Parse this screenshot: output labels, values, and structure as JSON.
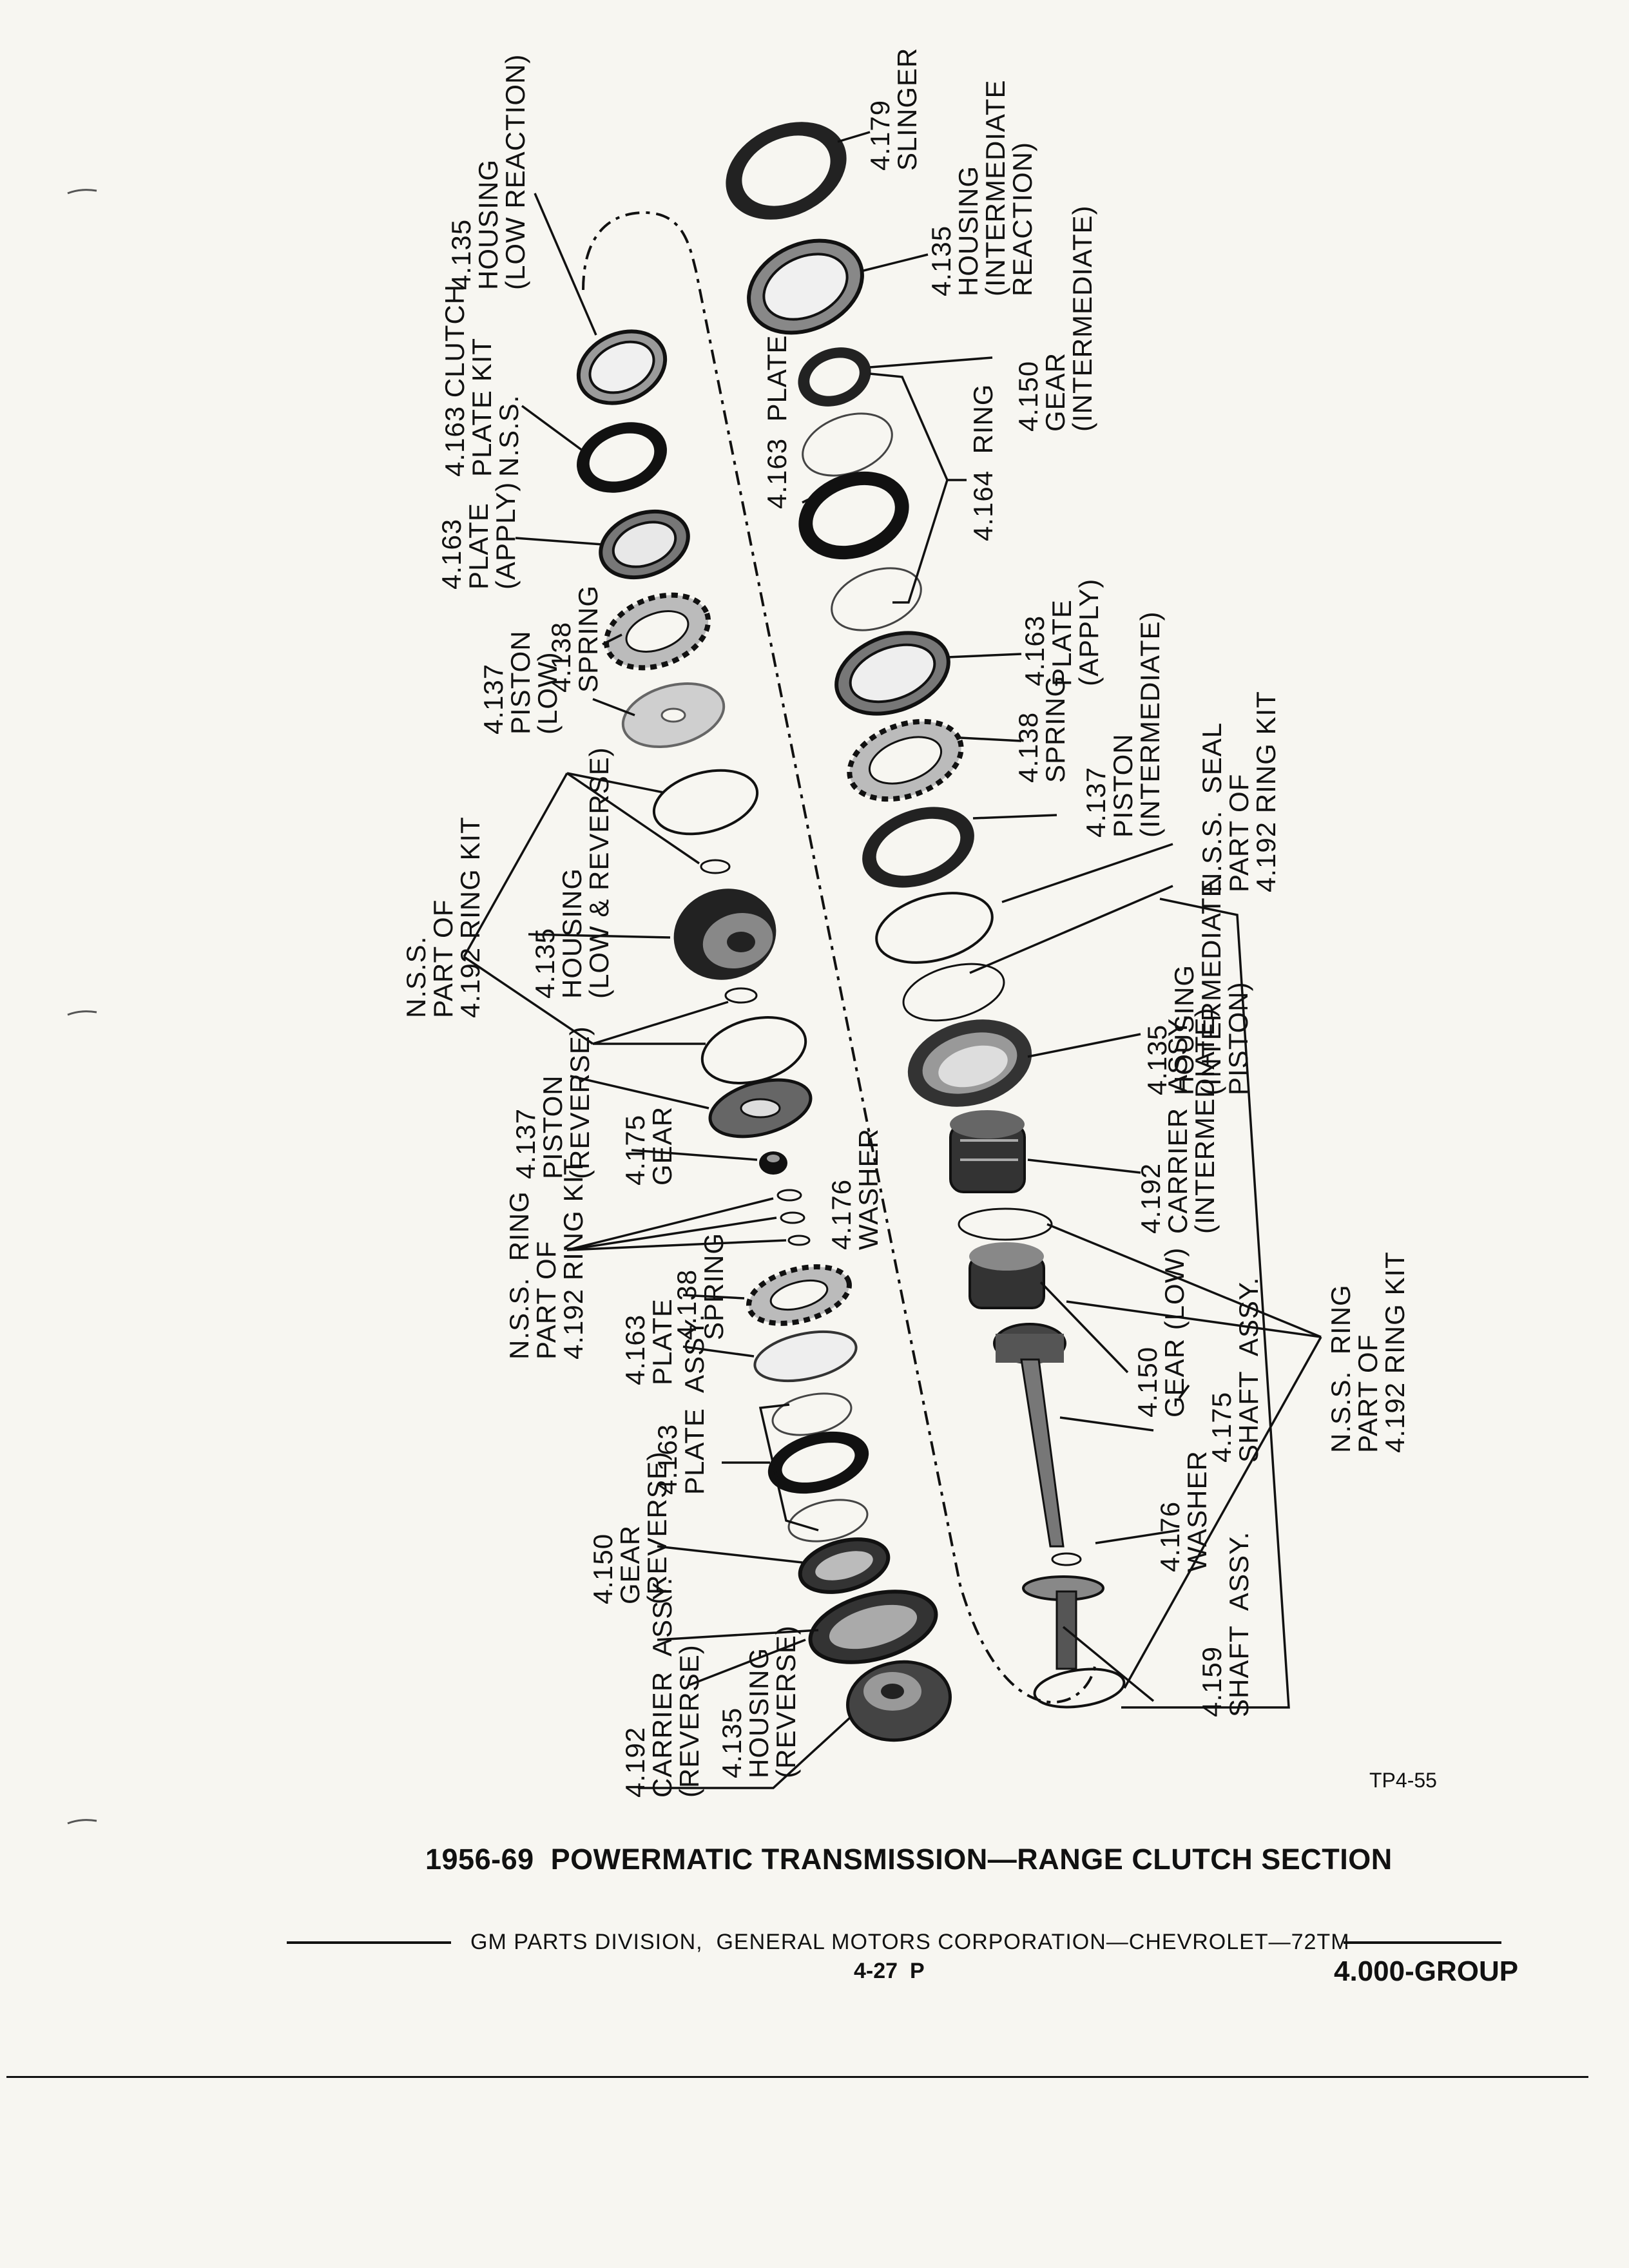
{
  "labels": {
    "slinger": "4.179\nSLINGER",
    "housing_low_reaction": "4.135\nHOUSING\n(LOW REACTION)",
    "housing_intermediate_reaction": "4.135\nHOUSING\n(INTERMEDIATE\nREACTION)",
    "clutch_plate_kit": "4.163 CLUTCH\nPLATE KIT\nN.S.S.",
    "gear_intermediate": "4.150\nGEAR\n(INTERMEDIATE)",
    "plate_4163": "4.163  PLATE",
    "ring_4164": "4.164  RING",
    "plate_apply_left": "4.163\nPLATE\n(APPLY)",
    "spring_left": "4.138\nSPRING",
    "piston_low": "4.137\nPISTON\n(LOW)",
    "plate_apply_right": "4.163\nPLATE\n(APPLY)",
    "spring_right": "4.138\nSPRING",
    "piston_intermediate": "4.137\nPISTON\n(INTERMEDIATE)",
    "nss_seal": "N.S.S.  SEAL\nPART OF\n4.192 RING KIT",
    "nss_part_left": "N.S.S.\nPART OF\n4.192 RING KIT",
    "housing_low_reverse": "4.135\nHOUSING\n(LOW & REVERSE)",
    "housing_intermediate_piston": "4.135\nHOUSING\n(INTERMEDIATE\nPISTON)",
    "piston_reverse": "4.137\nPISTON\n(REVERSE)",
    "gear_4175": "4.175\nGEAR",
    "washer_upper": "4.176\nWASHER",
    "carrier_intermediate": "4.192\nCARRIER  ASSY.\n(INTERMEDIATE)",
    "nss_ring_left": "N.S.S.  RING\nPART OF\n4.192 RING KIT",
    "spring_lower": "4.138\nSPRING",
    "plate_lower": "4.163\nPLATE",
    "gear_low": "4.150\nGEAR (LOW)",
    "plate_assy": "4.163\nPLATE  ASSY.",
    "shaft_assy_4175": "4.175\nSHAFT  ASSY.",
    "nss_ring_right": "N.S.S.  RING\nPART OF\n4.192 RING KIT",
    "gear_reverse": "4.150\nGEAR\n(REVERSE)",
    "washer_lower": "4.176\nWASHER",
    "carrier_reverse": "4.192\nCARRIER  ASSY.\n(REVERSE)",
    "housing_reverse": "4.135\nHOUSING\n(REVERSE)",
    "shaft_assy_4159": "4.159\nSHAFT  ASSY."
  },
  "figure_ref": "TP4-55",
  "title": "1956-69  POWERMATIC TRANSMISSION—RANGE CLUTCH SECTION",
  "footer": "GM PARTS DIVISION,  GENERAL MOTORS CORPORATION—CHEVROLET—72TM",
  "page_number": "4-27  P",
  "group": "4.000-GROUP"
}
